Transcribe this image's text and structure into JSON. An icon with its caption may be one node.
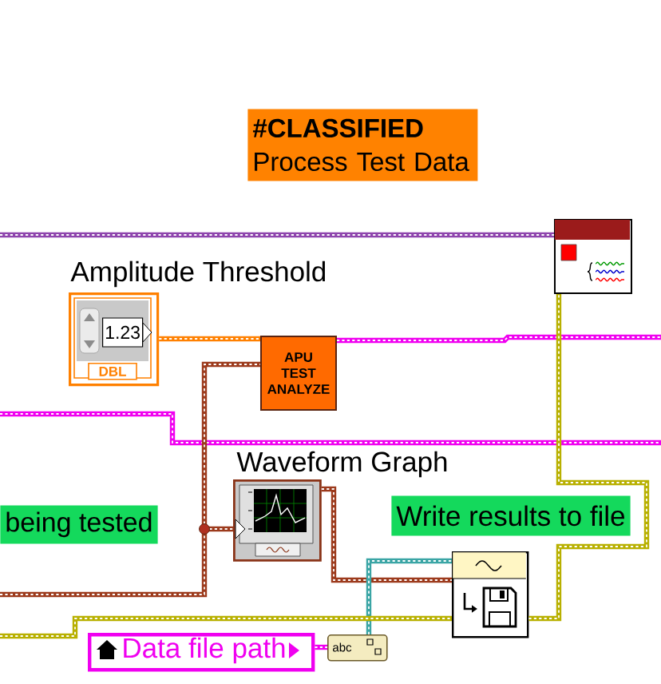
{
  "diagram": {
    "nodes": [
      {
        "text": [
          "#CLASSIFIED",
          "Process Test Data"
        ]
      },
      {
        "text": [],
        "shape": "picture"
      },
      {
        "text": [
          "Amplitude Threshold",
          "1.23",
          "DBL"
        ]
      },
      {
        "text": [
          "APU TEST ANALYZE"
        ]
      },
      {
        "text": [
          "Waveform Graph"
        ]
      },
      {
        "text": [
          "being tested"
        ]
      },
      {
        "text": [
          "Write results to file"
        ]
      },
      {
        "text": [],
        "shape": "picture"
      },
      {
        "text": [
          "Data file path"
        ]
      },
      {
        "text": [
          "abc"
        ]
      }
    ],
    "edges": [
      {
        "from": null,
        "to": 1,
        "arrow": "none",
        "color": "#8e44ad"
      },
      {
        "from": 2,
        "to": 3,
        "arrow": "none",
        "color": "#ff8000"
      },
      {
        "from": 3,
        "to": null,
        "arrow": "none",
        "color": "#f000f0"
      },
      {
        "from": null,
        "to": 3,
        "arrow": "none"
      },
      {
        "from": null,
        "to": 4,
        "arrow": "none"
      },
      {
        "from": 4,
        "to": 7,
        "arrow": "none"
      },
      {
        "from": 9,
        "to": 7,
        "arrow": "none",
        "color": "#3aa5a5"
      },
      {
        "from": null,
        "to": 7,
        "arrow": "none",
        "color": "#b8b000"
      },
      {
        "from": 7,
        "to": 1,
        "arrow": "none",
        "color": "#b8b000"
      },
      {
        "from": 8,
        "to": 9,
        "arrow": "none",
        "color": "#f000f0"
      }
    ]
  }
}
